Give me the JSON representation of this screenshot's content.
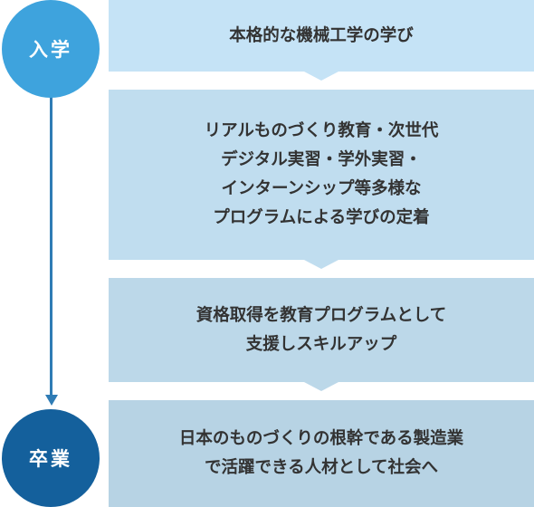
{
  "timeline": {
    "start_label": "入学",
    "end_label": "卒業"
  },
  "stages": [
    {
      "text": "本格的な機械工学の学び"
    },
    {
      "text": "リアルものづくり教育・次世代\nデジタル実習・学外実習・\nインターンシップ等多様な\nプログラムによる学びの定着"
    },
    {
      "text": "資格取得を教育プログラムとして\n支援しスキルアップ"
    },
    {
      "text": "日本のものづくりの根幹である製造業\nで活躍できる人材として社会へ"
    }
  ],
  "colors": {
    "start_circle": "#3ea3dd",
    "end_circle": "#14609c",
    "timeline": "#2f7cb5",
    "stage_fill": "#c0ddef",
    "text": "#333333"
  }
}
